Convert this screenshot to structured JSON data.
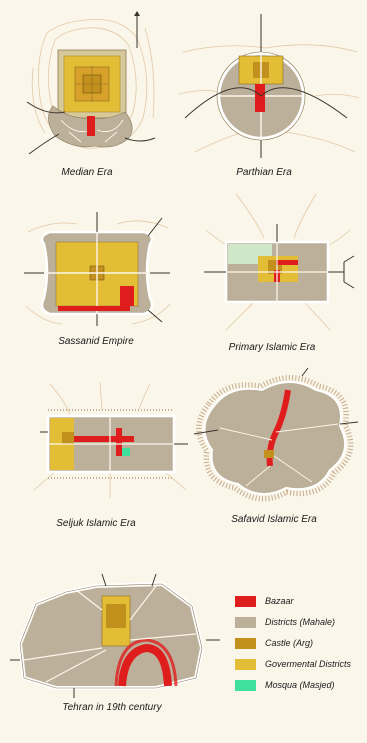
{
  "captions": {
    "median": "Median Era",
    "parthian": "Parthian Era",
    "sassanid": "Sassanid Empire",
    "primary_islamic": "Primary Islamic Era",
    "seljuk": "Seljuk Islamic Era",
    "safavid": "Safavid Islamic Era",
    "tehran": "Tehran in 19th century"
  },
  "legend": [
    {
      "label": "Bazaar",
      "color": "#e01d1d"
    },
    {
      "label": "Districts (Mahale)",
      "color": "#bdb09a"
    },
    {
      "label": "Castle (Arg)",
      "color": "#c2901d"
    },
    {
      "label": "Govermental Districts",
      "color": "#e4bd36"
    },
    {
      "label": "Mosqua (Masjed)",
      "color": "#3fe09e"
    }
  ],
  "colors": {
    "background": "#fbf6ea",
    "district": "#bdb09a",
    "government": "#e4bd36",
    "castle": "#c2901d",
    "bazaar": "#e01d1d",
    "mosque": "#3fe09e",
    "wall": "#ffffff",
    "contour": "#e2c8a4",
    "road": "#3a342c"
  }
}
